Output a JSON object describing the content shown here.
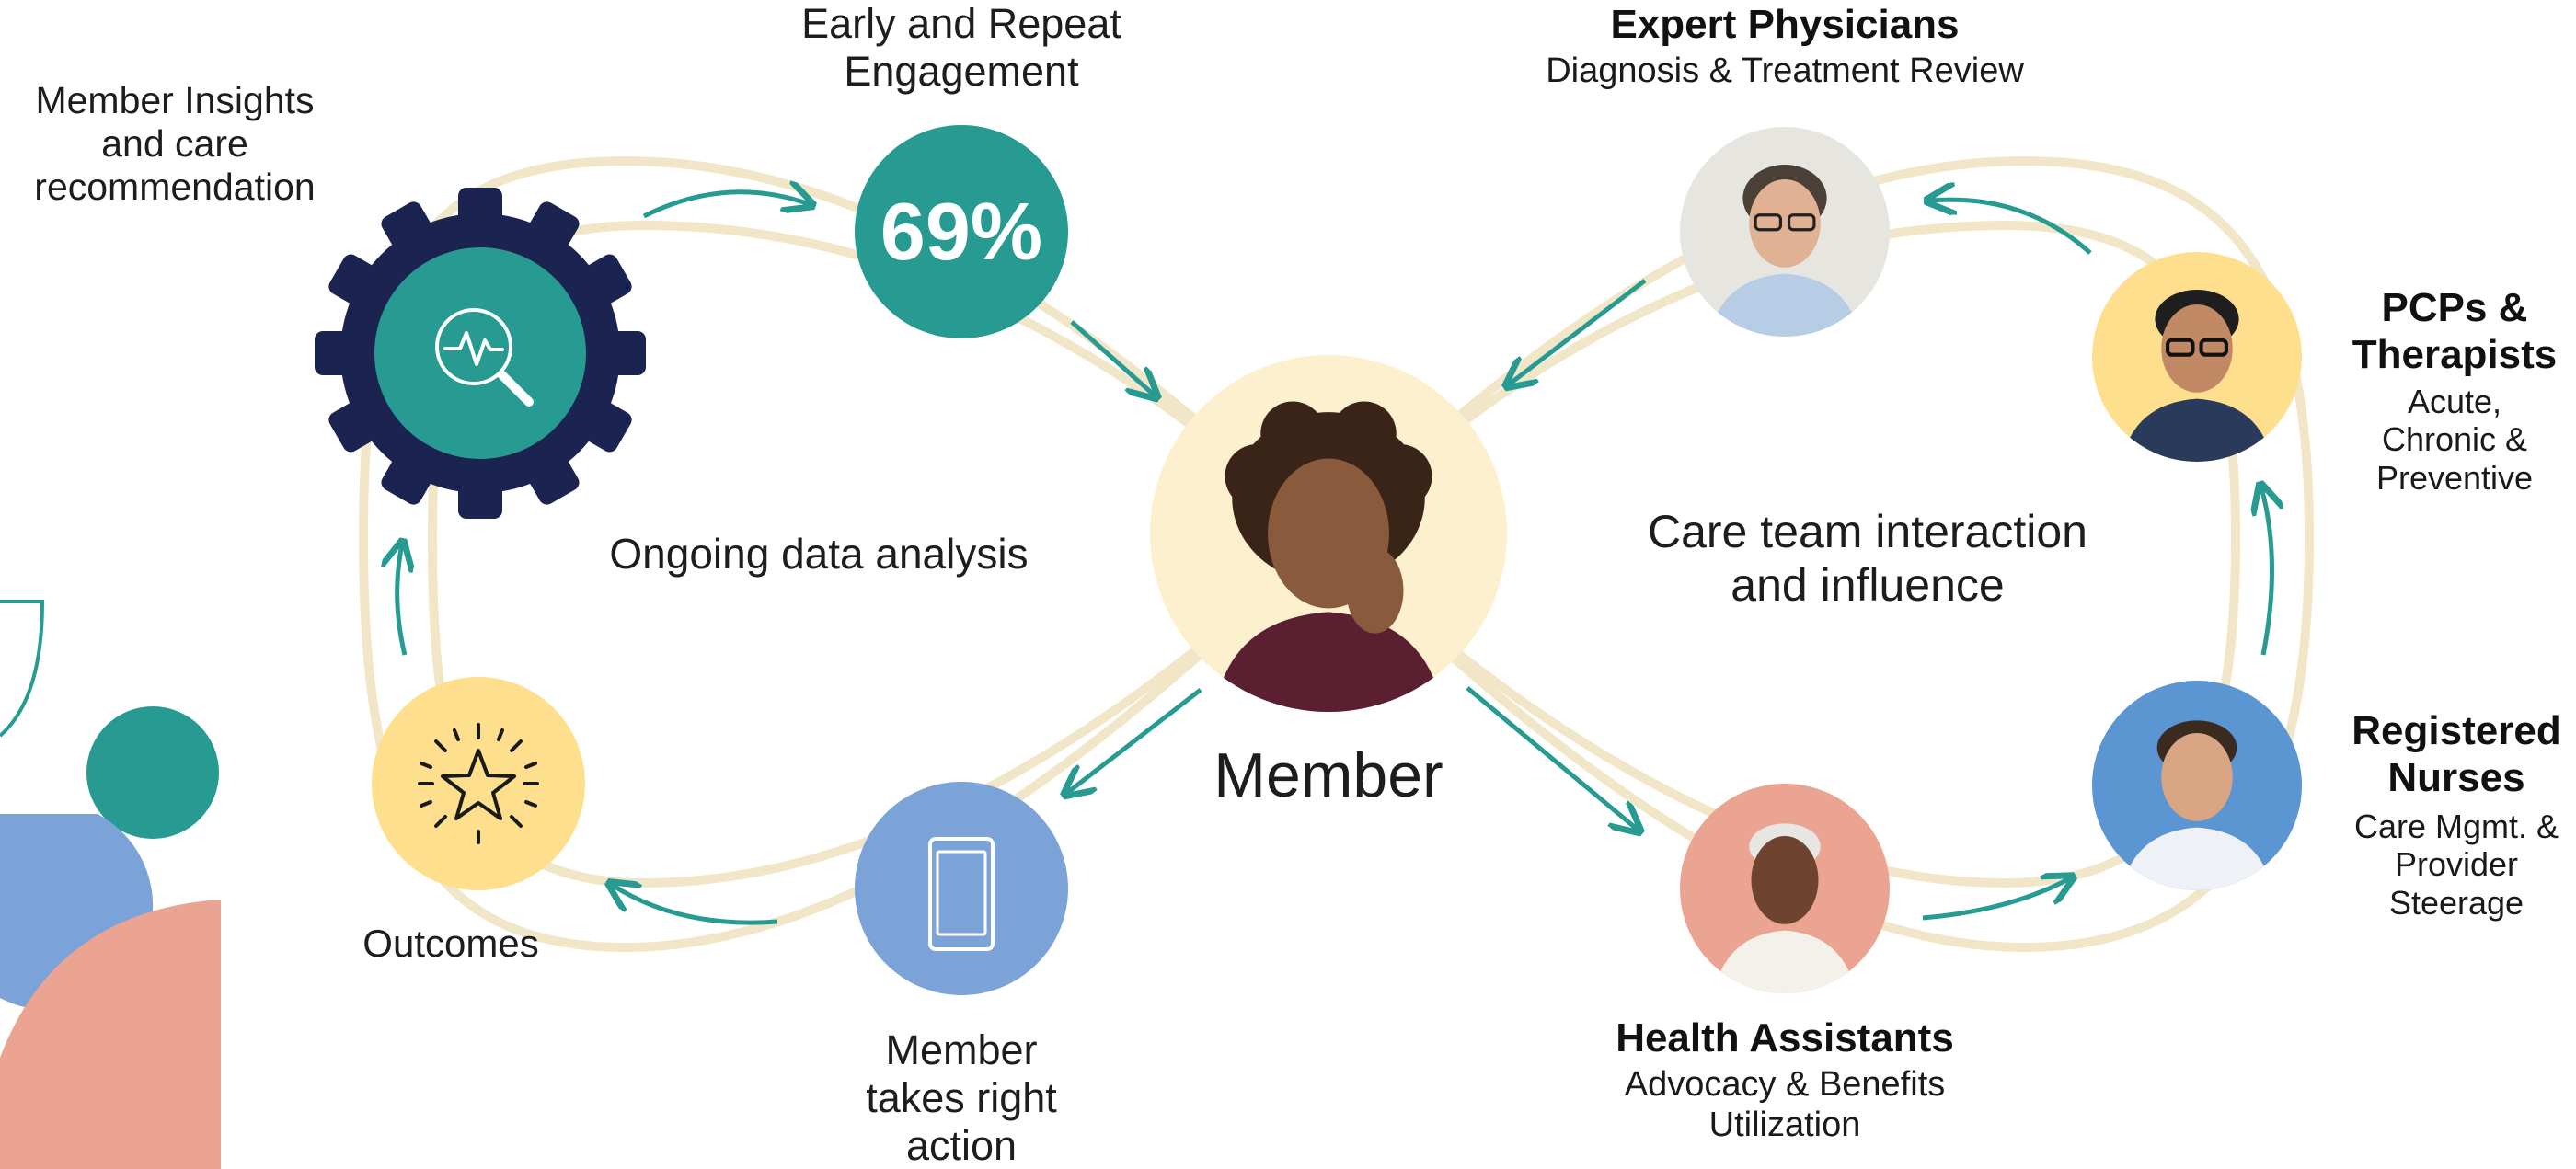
{
  "colors": {
    "teal": "#279B91",
    "navy": "#1B2350",
    "yellow": "#FDDF8E",
    "blue": "#7BA3D8",
    "coral": "#EAA491",
    "cream": "#FDF0CF",
    "ring": "#F1E6C8"
  },
  "left_loop": {
    "insights_label": "Member Insights and care recommendation",
    "insights_icon": "magnifier-heartbeat-icon",
    "engagement_label": "Early and Repeat Engagement",
    "engagement_value": "69%",
    "analysis_label": "Ongoing data analysis",
    "outcomes_label": "Outcomes",
    "outcomes_icon": "star-burst-icon",
    "action_label": "Member takes right action",
    "action_icon": "smartphone-icon"
  },
  "center": {
    "member_label": "Member"
  },
  "right_loop": {
    "interaction_label": "Care team interaction and influence",
    "physicians": {
      "title": "Expert Physicians",
      "subtitle": "Diagnosis & Treatment Review"
    },
    "pcps": {
      "title": "PCPs & Therapists",
      "subtitle": "Acute, Chronic & Preventive"
    },
    "nurses": {
      "title": "Registered Nurses",
      "subtitle": "Care Mgmt. & Provider Steerage"
    },
    "assistants": {
      "title": "Health Assistants",
      "subtitle": "Advocacy & Benefits Utilization"
    }
  }
}
